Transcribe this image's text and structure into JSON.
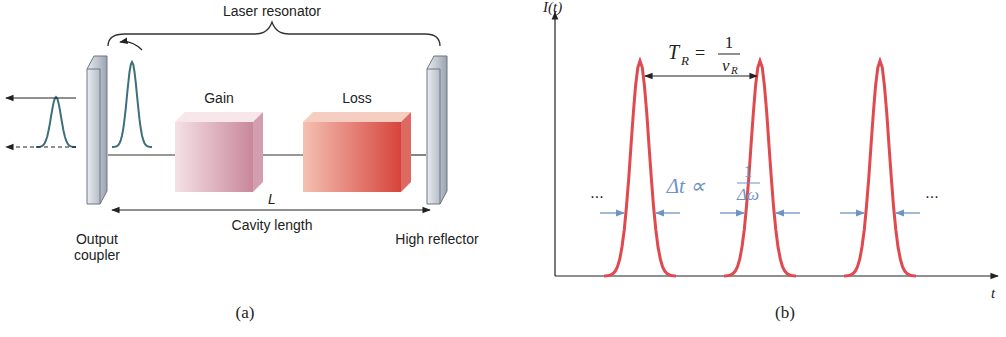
{
  "diagram": {
    "nodes": [
      {
        "text": [
          "Output coupler"
        ]
      },
      {
        "text": [
          "Gain"
        ]
      },
      {
        "text": [
          "Loss"
        ]
      },
      {
        "text": [
          "High reflector"
        ]
      }
    ],
    "edges": [
      {
        "from": 0,
        "to": 1,
        "arrow": "none"
      },
      {
        "from": 1,
        "to": 2,
        "arrow": "none"
      },
      {
        "from": 2,
        "to": 3,
        "arrow": "none"
      }
    ],
    "labels": [
      "Laser resonator",
      "L",
      "Cavity length",
      "(a)",
      "I(t)",
      "T",
      "R",
      "=",
      "1",
      "ν",
      "R",
      "...",
      "...",
      "Δt ∝",
      "1",
      "Δω",
      "t",
      "(b)"
    ]
  }
}
